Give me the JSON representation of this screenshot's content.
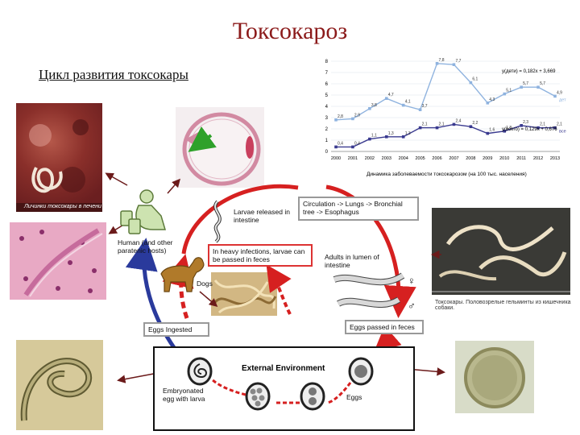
{
  "title": "Токсокароз",
  "subtitle": "Цикл развития токсокары",
  "captions": {
    "tissue_photo": "Личинки токсокары в печени",
    "adult_worms_photo": "Токсокары. Половозрелые гельминты из кишечника собаки."
  },
  "cycle": {
    "larvae_released": "Larvae released in intestine",
    "circulation": "Circulation -> Lungs -> Bronchial tree -> Esophagus",
    "heavy_infections": "In heavy infections, larvae can be passed in feces",
    "adults_lumen": "Adults in lumen of intestine",
    "human_hosts": "Human (and other paratenic hosts)",
    "dogs": "Dogs",
    "eggs_ingested": "Eggs Ingested",
    "eggs_passed": "Eggs passed in feces",
    "external_environment": "External Environment",
    "embryonated_egg": "Embryonated egg with larva",
    "eggs": "Eggs",
    "female_symbol": "♀",
    "male_symbol": "♂"
  },
  "chart_data": {
    "type": "line",
    "title": "",
    "xlabel": "Динамика заболеваемости токсокарозом (на 100 тыс. населения)",
    "ylabel": "",
    "x": [
      "2000",
      "2001",
      "2002",
      "2003",
      "2004",
      "2005",
      "2006",
      "2007",
      "2008",
      "2009",
      "2010",
      "2011",
      "2012",
      "2013"
    ],
    "ylim": [
      0,
      8
    ],
    "yticks": [
      "0",
      "1",
      "2",
      "3",
      "4",
      "5",
      "6",
      "7",
      "8"
    ],
    "series": [
      {
        "name": "дети",
        "color": "#8fb3df",
        "values": [
          2.8,
          2.9,
          3.8,
          4.7,
          4.1,
          3.7,
          7.8,
          7.7,
          6.1,
          4.3,
          5.1,
          5.7,
          5.7,
          4.9
        ]
      },
      {
        "name": "всего",
        "color": "#3a3a8f",
        "values": [
          0.4,
          0.4,
          1.1,
          1.3,
          1.3,
          2.1,
          2.1,
          2.4,
          2.2,
          1.6,
          1.8,
          2.3,
          2.1,
          2.1
        ]
      }
    ],
    "annotations": [
      "y(дети) = 0,182x + 3,669",
      "y(всего) = 0,129x + 0,676"
    ]
  }
}
